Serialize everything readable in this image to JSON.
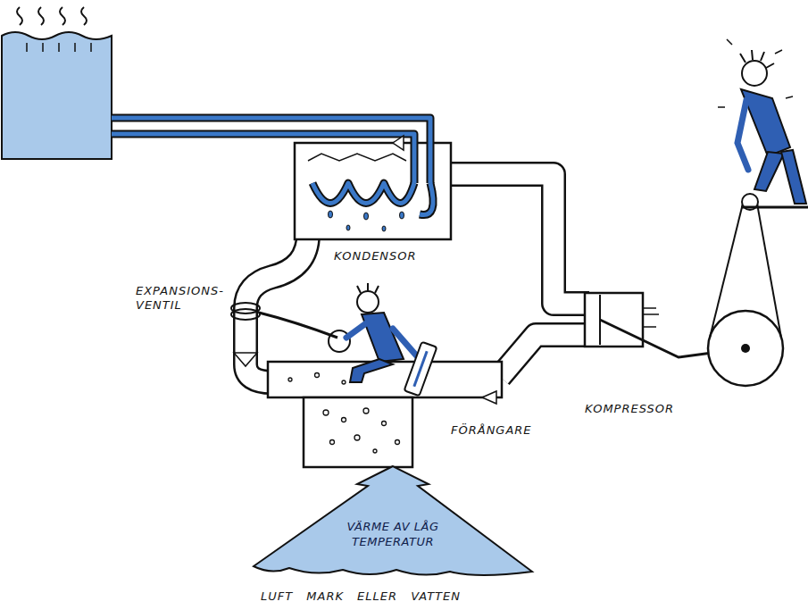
{
  "diagram": {
    "nodes": [
      {
        "text": [
          "VÄRME AV LÅG TEMPERATUR"
        ]
      }
    ],
    "labels": [
      "KONDENSOR",
      "EXPANSIONS- VENTIL",
      "KOMPRESSOR",
      "FÖRÅNGARE",
      "LUFT MARK ELLER VATTEN"
    ]
  }
}
